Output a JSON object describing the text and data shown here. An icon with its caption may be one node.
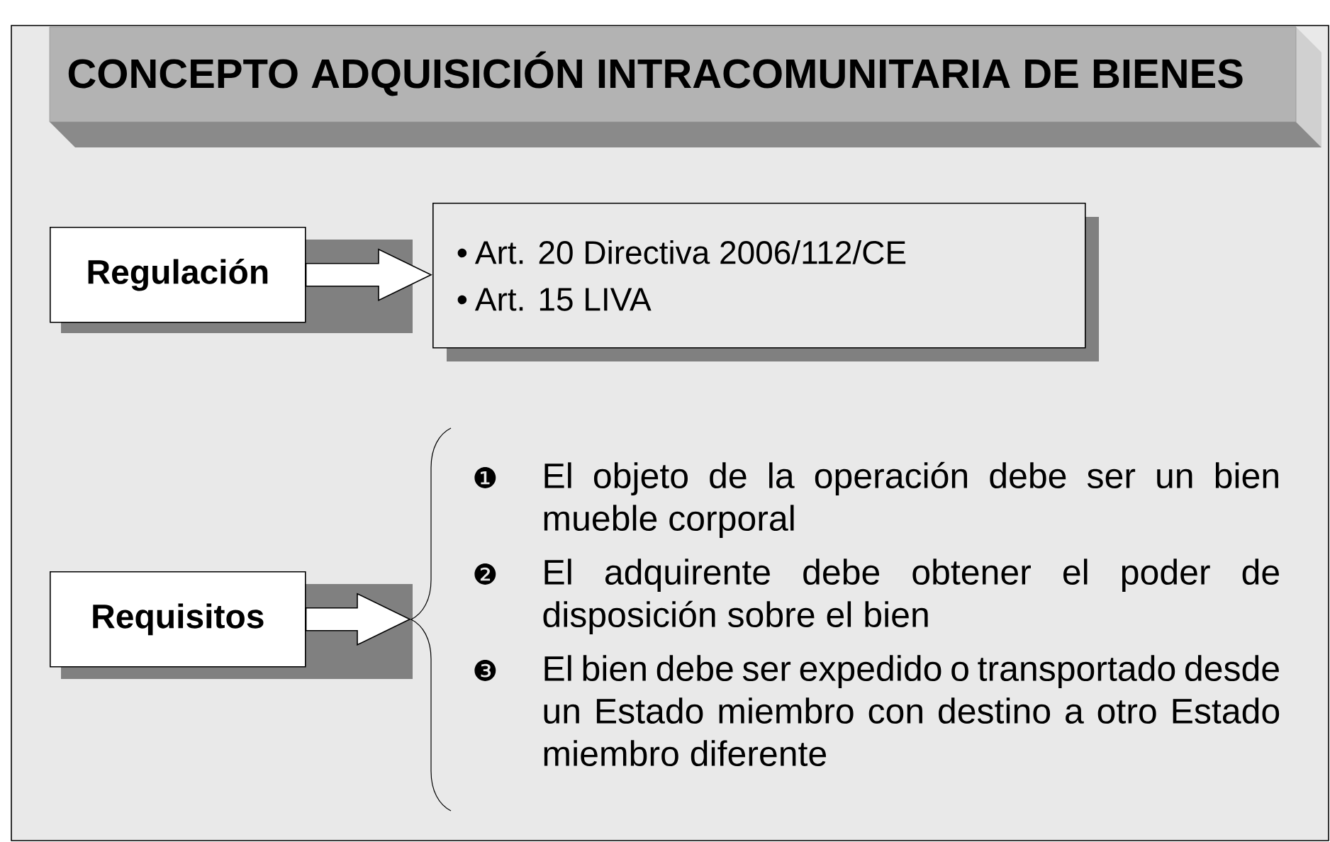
{
  "diagram": {
    "title": "CONCEPTO ADQUISICIÓN INTRACOMUNITARIA DE BIENES",
    "nodes": [
      {
        "text": [
          "Regulación"
        ]
      },
      {
        "text": [
          "•",
          "Art. 20 Directiva 2006/112/CE",
          "•",
          "Art. 15 LIVA"
        ]
      },
      {
        "text": [
          "Requisitos"
        ]
      },
      {
        "text": [
          "❶",
          "El objeto de la operación debe ser un bien mueble corporal",
          "❷",
          "El adquirente debe obtener el poder de disposición sobre el bien",
          "❸",
          "El bien debe ser expedido o transportado desde un Estado miembro con destino a otro Estado miembro diferente"
        ]
      }
    ],
    "edges": [
      {
        "from": 0,
        "to": 1,
        "arrow": "to"
      },
      {
        "from": 2,
        "to": 3,
        "arrow": "to"
      }
    ]
  }
}
